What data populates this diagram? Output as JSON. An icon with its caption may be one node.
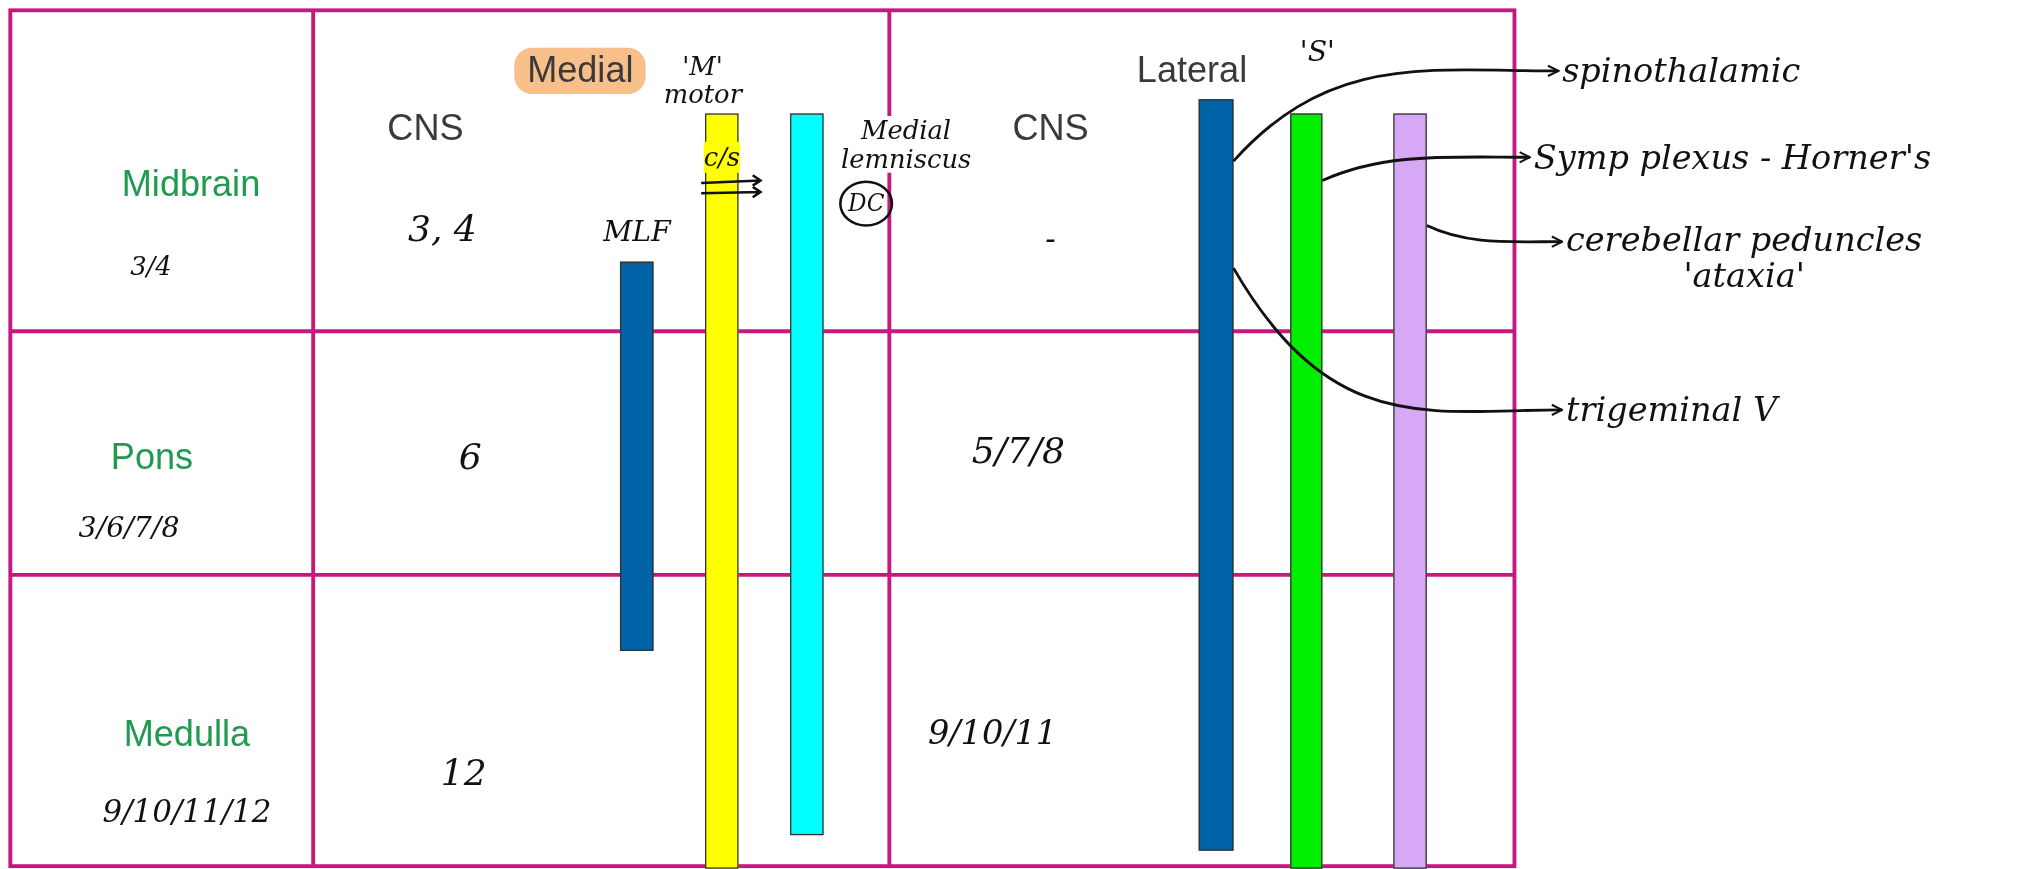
{
  "diagram": {
    "nodes": [
      {
        "text": [],
        "shape": "bar",
        "beside": [
          "MLF"
        ]
      },
      {
        "text": [],
        "shape": "bar",
        "beside": [
          "'M' motor"
        ]
      },
      {
        "text": [],
        "shape": "bar",
        "beside": [
          "Medial lemniscus",
          "DC"
        ]
      },
      {
        "text": [],
        "shape": "bar"
      },
      {
        "text": [],
        "shape": "bar"
      },
      {
        "text": [],
        "shape": "bar"
      },
      {
        "text": [
          "spinothalamic"
        ]
      },
      {
        "text": [
          "Symp plexus - Horner's"
        ]
      },
      {
        "text": [
          "cerebellar peduncles",
          "'ataxia'"
        ]
      },
      {
        "text": [
          "trigeminal V"
        ]
      }
    ],
    "edges": [
      {
        "from": 3,
        "to": 6,
        "arrow": "to"
      },
      {
        "from": 4,
        "to": 7,
        "arrow": "to"
      },
      {
        "from": 5,
        "to": 8,
        "arrow": "to"
      },
      {
        "from": 3,
        "to": 9,
        "arrow": "to"
      }
    ],
    "labels": [
      "Medial",
      "Lateral",
      "'S'",
      "CNS",
      "CNS",
      "Midbrain",
      "3/4",
      "3, 4",
      "-",
      "Pons",
      "3/6/7/8",
      "6",
      "5/7/8",
      "Medulla",
      "9/10/11/12",
      "12",
      "9/10/11",
      "c/s"
    ]
  }
}
